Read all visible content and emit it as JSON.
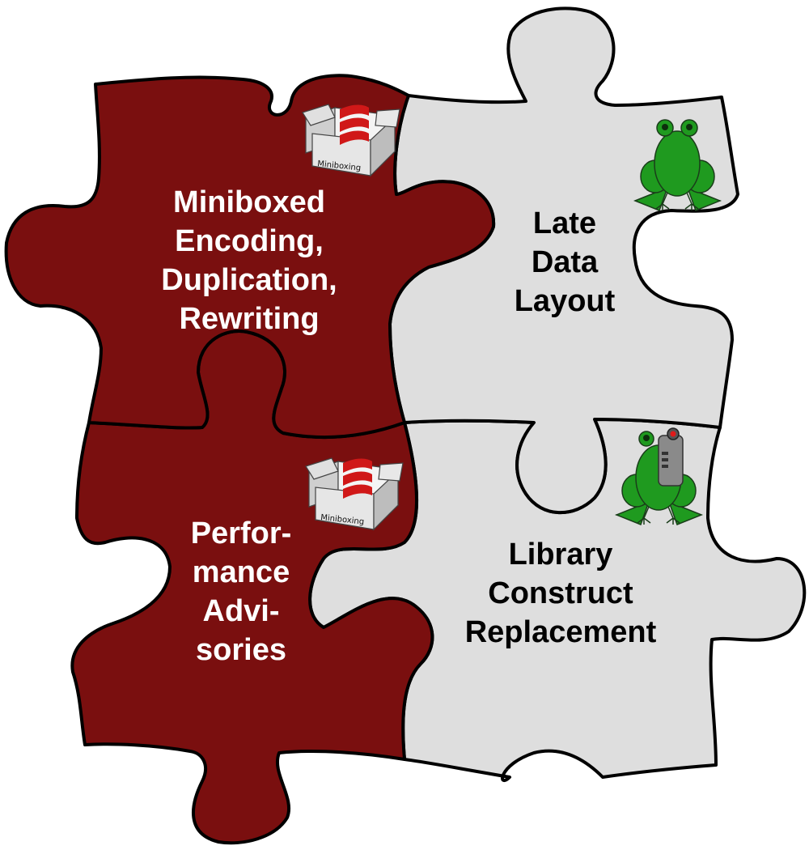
{
  "pieces": {
    "top_left": {
      "lines": [
        "Miniboxed",
        "Encoding,",
        "Duplication,",
        "Rewriting"
      ],
      "icon": "miniboxing-box-icon",
      "icon_caption": "Miniboxing"
    },
    "top_right": {
      "lines": [
        "Late",
        "Data",
        "Layout"
      ],
      "icon": "frog-icon"
    },
    "bottom_left": {
      "lines": [
        "Perfor-",
        "mance",
        "Advi-",
        "sories"
      ],
      "icon": "miniboxing-box-icon",
      "icon_caption": "Miniboxing"
    },
    "bottom_right": {
      "lines": [
        "Library",
        "Construct",
        "Replacement"
      ],
      "icon": "robot-frog-icon"
    }
  },
  "colors": {
    "dark_piece": "#7a0f0f",
    "light_piece": "#dedede",
    "outline": "#000000",
    "frog_green": "#1f9a1f",
    "scala_red": "#d01818"
  }
}
